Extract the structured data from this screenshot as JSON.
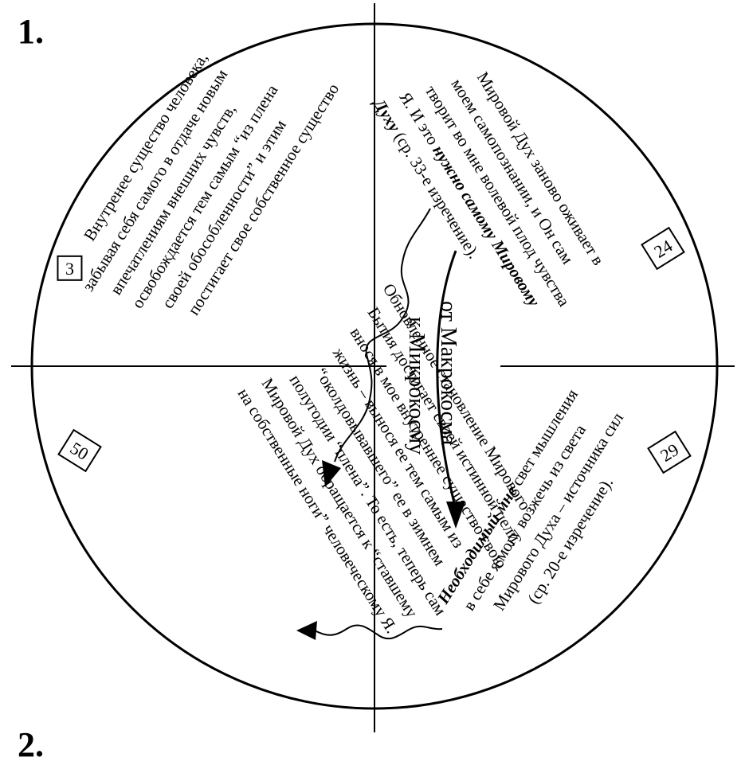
{
  "figure_labels": {
    "top": "1.",
    "bottom": "2."
  },
  "quadrants": {
    "top_left": {
      "number": "3",
      "lines": [
        "Внутренее существо человека,",
        "забывая себя  самого в отдаче новым",
        "впечатлениям внешних чувств,",
        "освобождается тем самым “из плена",
        "своей обособленности” и этим",
        "постигает свое собственное существо"
      ]
    },
    "top_right": {
      "number": "24",
      "lines": [
        "Мировой Дух заново оживает в",
        "моем самопознании, и Он сам",
        "творит во мне волевой плод чувства",
        "Я. И это |нужно самому Мировому|",
        "|Духу| (ср. 33-е изречение)."
      ]
    },
    "bottom_left": {
      "number": "50",
      "lines": [
        "Обновленное становление Мирового",
        "Бытия достигает своей истинной цели,",
        "внося в мое внутреннее существо свою",
        "жизнь – вынося ее тем самым из",
        "“околдовывавшего” ее в зимнем",
        "полугодии “плена”. То есть, теперь сам",
        "Мировой Дух обращается к “ставшему",
        "на собственные ноги” человеческому Я."
      ]
    },
    "bottom_right": {
      "number": "29",
      "lines": [
        "|Необходимый мне| свет мышления",
        "в себе я могу возжечь из света",
        "Мирового Духа – источника сил",
        "(ср. 20-е изречение)."
      ]
    }
  },
  "center_caption": {
    "line1": "от Макрокосма",
    "line2": "к Микрокосму"
  },
  "colors": {
    "ink": "#000000",
    "paper": "#ffffff"
  }
}
